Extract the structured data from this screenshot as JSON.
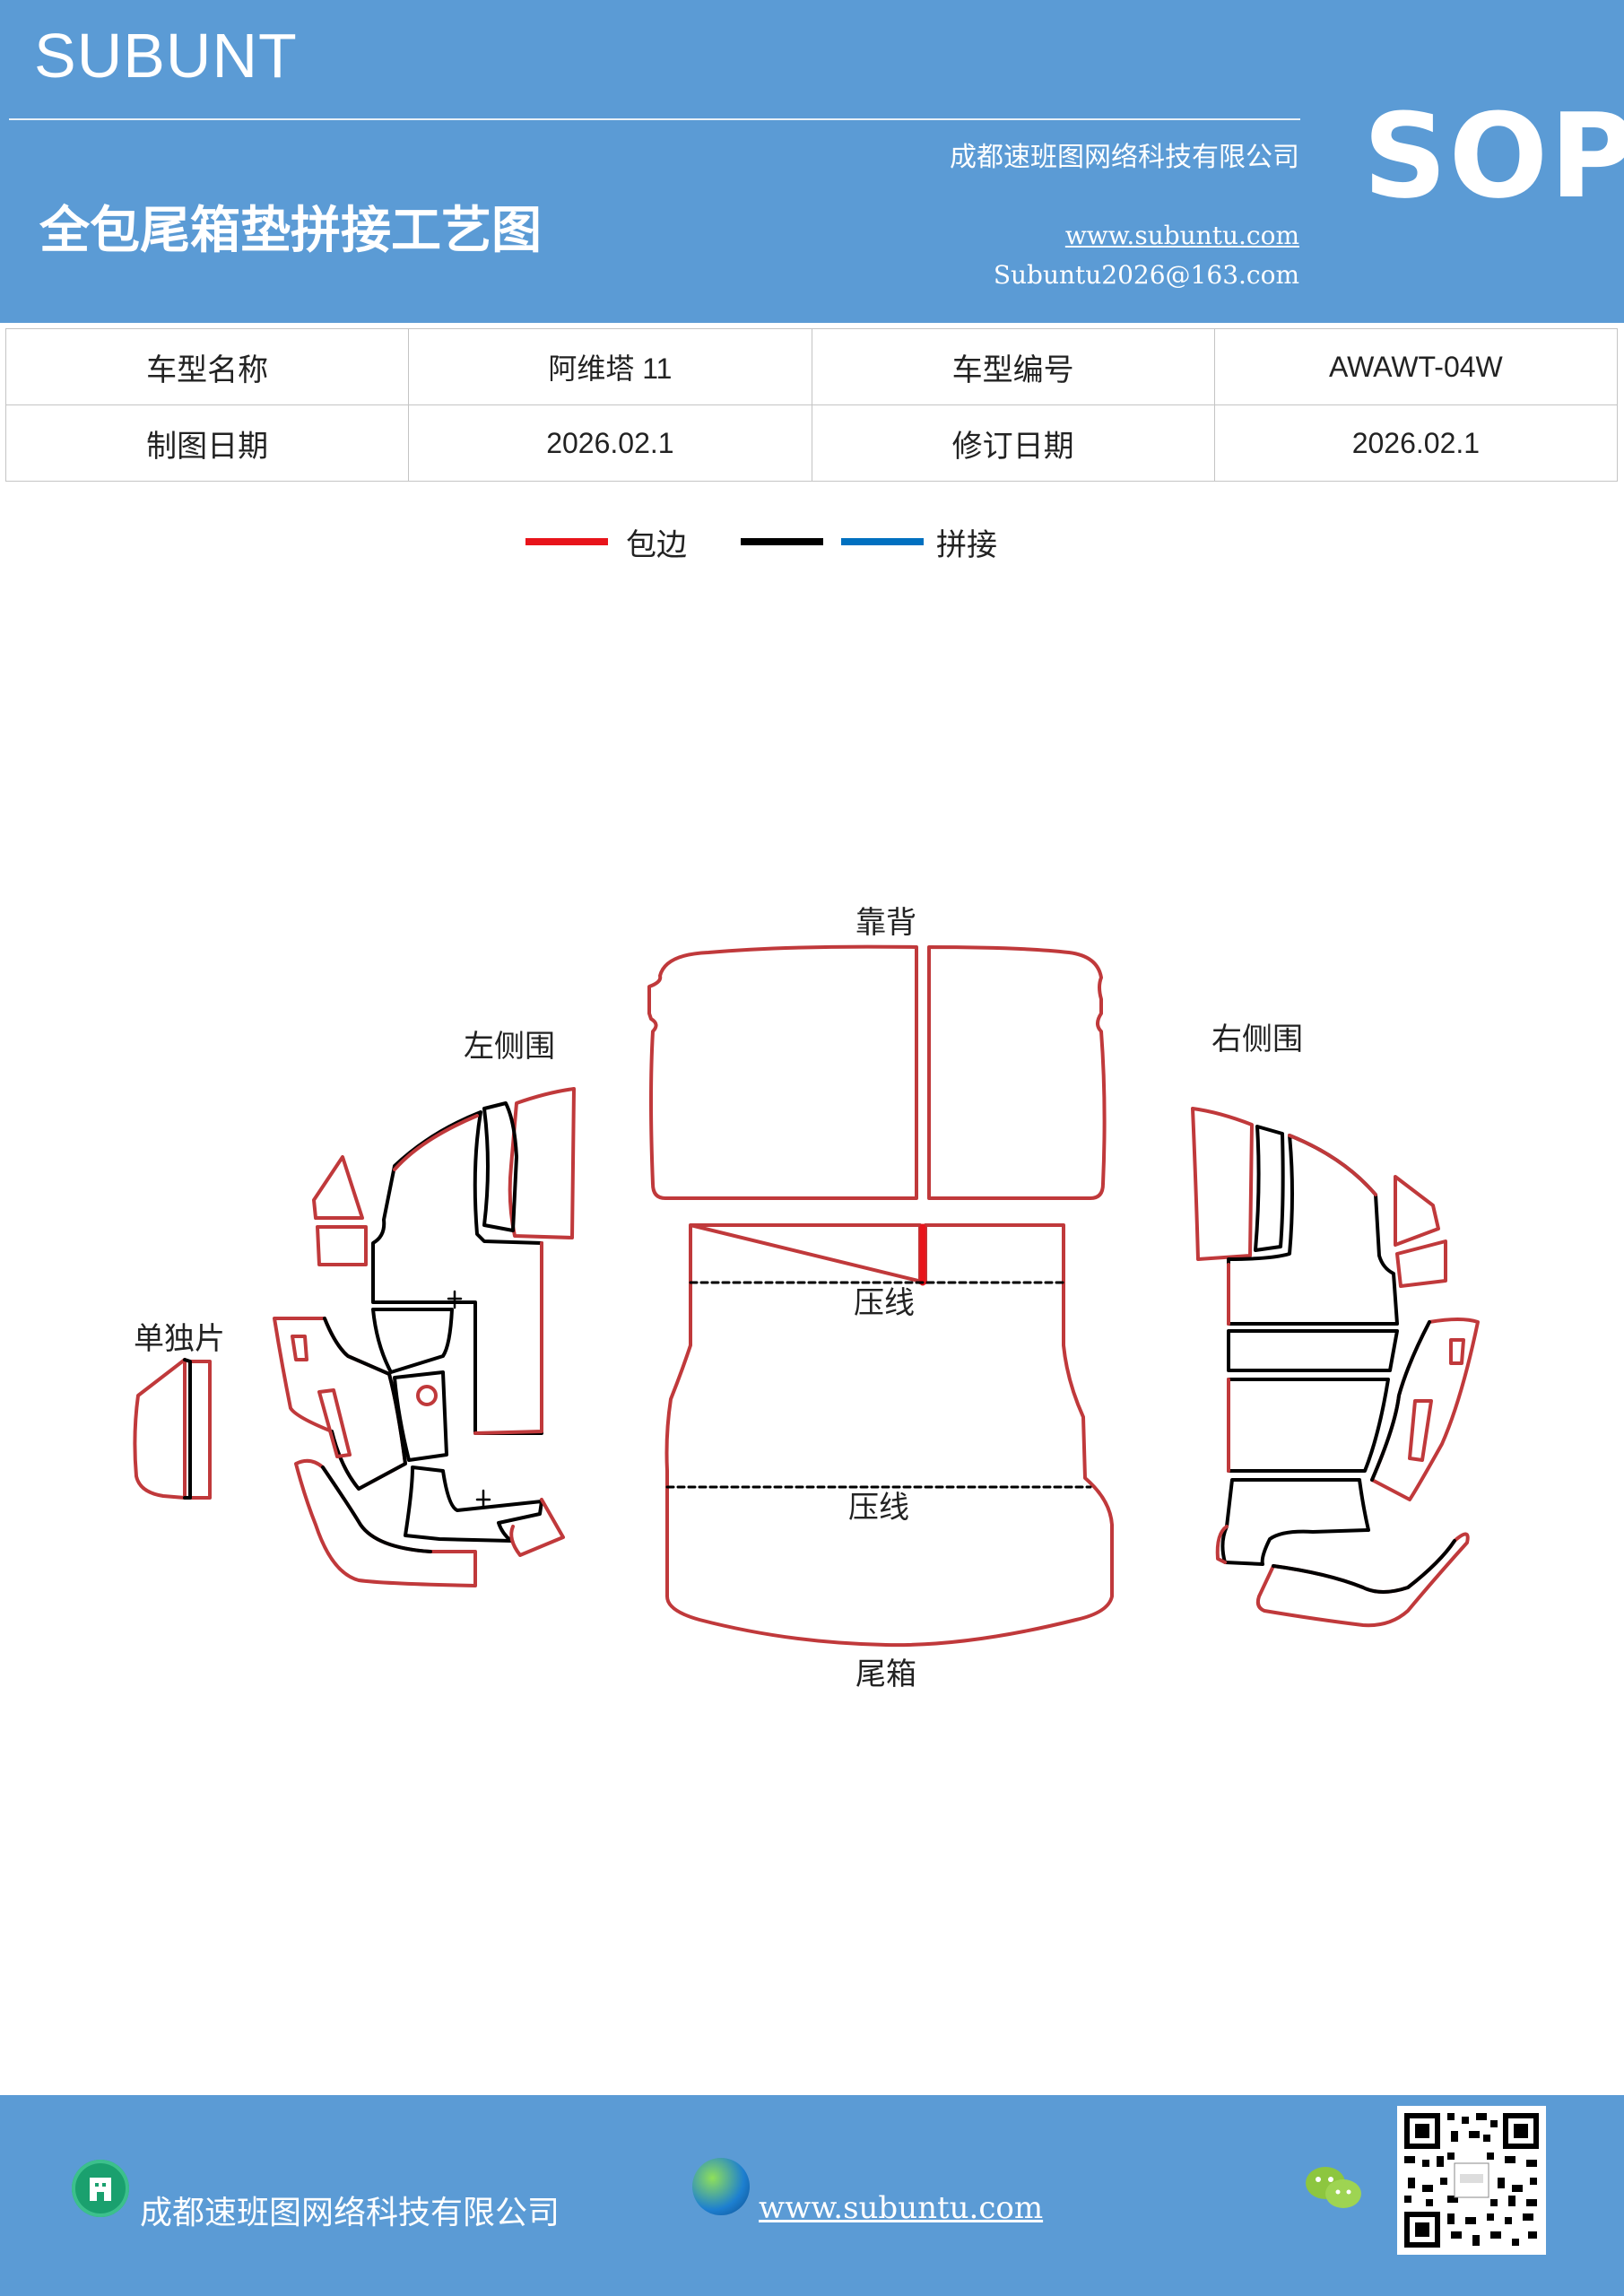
{
  "header": {
    "brand": "SUBUNT",
    "company": "成都速班图网络科技有限公司",
    "title": "全包尾箱垫拼接工艺图",
    "website": "www.subuntu.com",
    "email": "Subuntu2026@163.com",
    "badge": "SOP"
  },
  "info": {
    "model_name_label": "车型名称",
    "model_name": "阿维塔 11",
    "model_code_label": "车型编号",
    "model_code": "AWAWT-04W",
    "draw_date_label": "制图日期",
    "draw_date": "2026.02.1",
    "revise_date_label": "修订日期",
    "revise_date": "2026.02.1"
  },
  "legend": {
    "edge_label": "包边",
    "splice_label": "拼接",
    "edge_color": "#e8141b",
    "black_color": "#000000",
    "splice_color": "#0070c0"
  },
  "diagram": {
    "backrest": "靠背",
    "left_side": "左侧围",
    "right_side": "右侧围",
    "single_piece": "单独片",
    "crease_1": "压线",
    "crease_2": "压线",
    "trunk": "尾箱",
    "outline_color": "#c0393b"
  },
  "footer": {
    "company": "成都速班图网络科技有限公司",
    "website": "www.subuntu.com"
  }
}
